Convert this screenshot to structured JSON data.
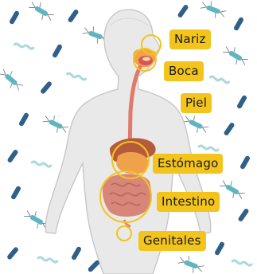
{
  "labels": {
    "nariz": "Nariz",
    "boca": "Boca",
    "piel": "Piel",
    "estomago": "Estómago",
    "intestino": "Intestino",
    "genitales": "Genitales"
  },
  "colors": {
    "label_bg": "#f2c41c",
    "body_fill": "#e9e9e9",
    "body_stroke": "#c4c4c4",
    "highlight_ring": "#f2c41c",
    "stomach": "#f0a24a",
    "intestine": "#d9867a",
    "esophagus": "#e07a6a",
    "liver": "#b55a3a",
    "bacteria_dark": "#2f5f8a",
    "bacteria_teal": "#5fb5c0",
    "bacteria_light": "#a9d8de"
  }
}
